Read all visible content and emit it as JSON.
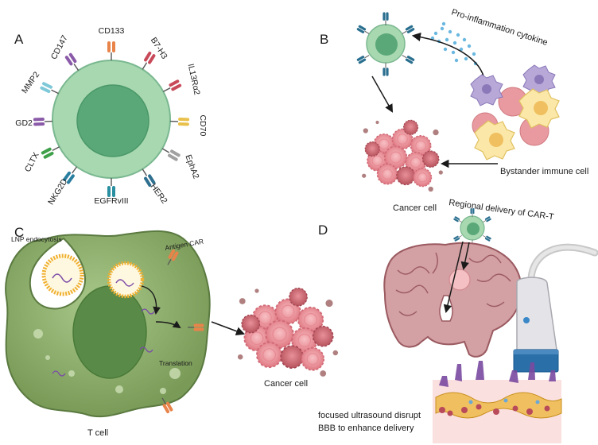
{
  "panels": {
    "a": {
      "letter": "A"
    },
    "b": {
      "letter": "B"
    },
    "c": {
      "letter": "C"
    },
    "d": {
      "letter": "D"
    }
  },
  "antigens": [
    {
      "label": "CD133",
      "color": "#e8834a"
    },
    {
      "label": "B7-H3",
      "color": "#c84a5a"
    },
    {
      "label": "IL13Rα2",
      "color": "#c84a5a"
    },
    {
      "label": "CD70",
      "color": "#e8c04a"
    },
    {
      "label": "EphA2",
      "color": "#a0a0a0"
    },
    {
      "label": "HER2",
      "color": "#2f6f8f"
    },
    {
      "label": "EGFRvIII",
      "color": "#2a8fa0"
    },
    {
      "label": "NKG2D",
      "color": "#2a7fa0"
    },
    {
      "label": "CLTX",
      "color": "#3fa04a"
    },
    {
      "label": "GD2",
      "color": "#8a5aa8"
    },
    {
      "label": "MMP2",
      "color": "#7ec8d8"
    },
    {
      "label": "CD147",
      "color": "#8a5aa8"
    }
  ],
  "panel_b": {
    "cytokine_label": "Pro-inflammation cytokine",
    "cancer_label": "Cancer cell",
    "bystander_label": "Bystander immune cell"
  },
  "panel_c": {
    "lnp_label": "LNP endocytosis",
    "antigen_car_label": "Antigen CAR",
    "translation_label": "Translation",
    "tcell_label": "T cell",
    "cancer_label": "Cancer cell"
  },
  "panel_d": {
    "regional_label": "Regional delivery of CAR-T",
    "fus_line1": "focused ultrasound disrupt",
    "fus_line2": "BBB to enhance delivery"
  },
  "colors": {
    "cell_outer": "#a8d8b0",
    "cell_inner": "#5aa878",
    "tcell_body": "#8aab68",
    "cancer": "#e88a94",
    "brain": "#c98a90",
    "lnp": "#f0b030"
  }
}
